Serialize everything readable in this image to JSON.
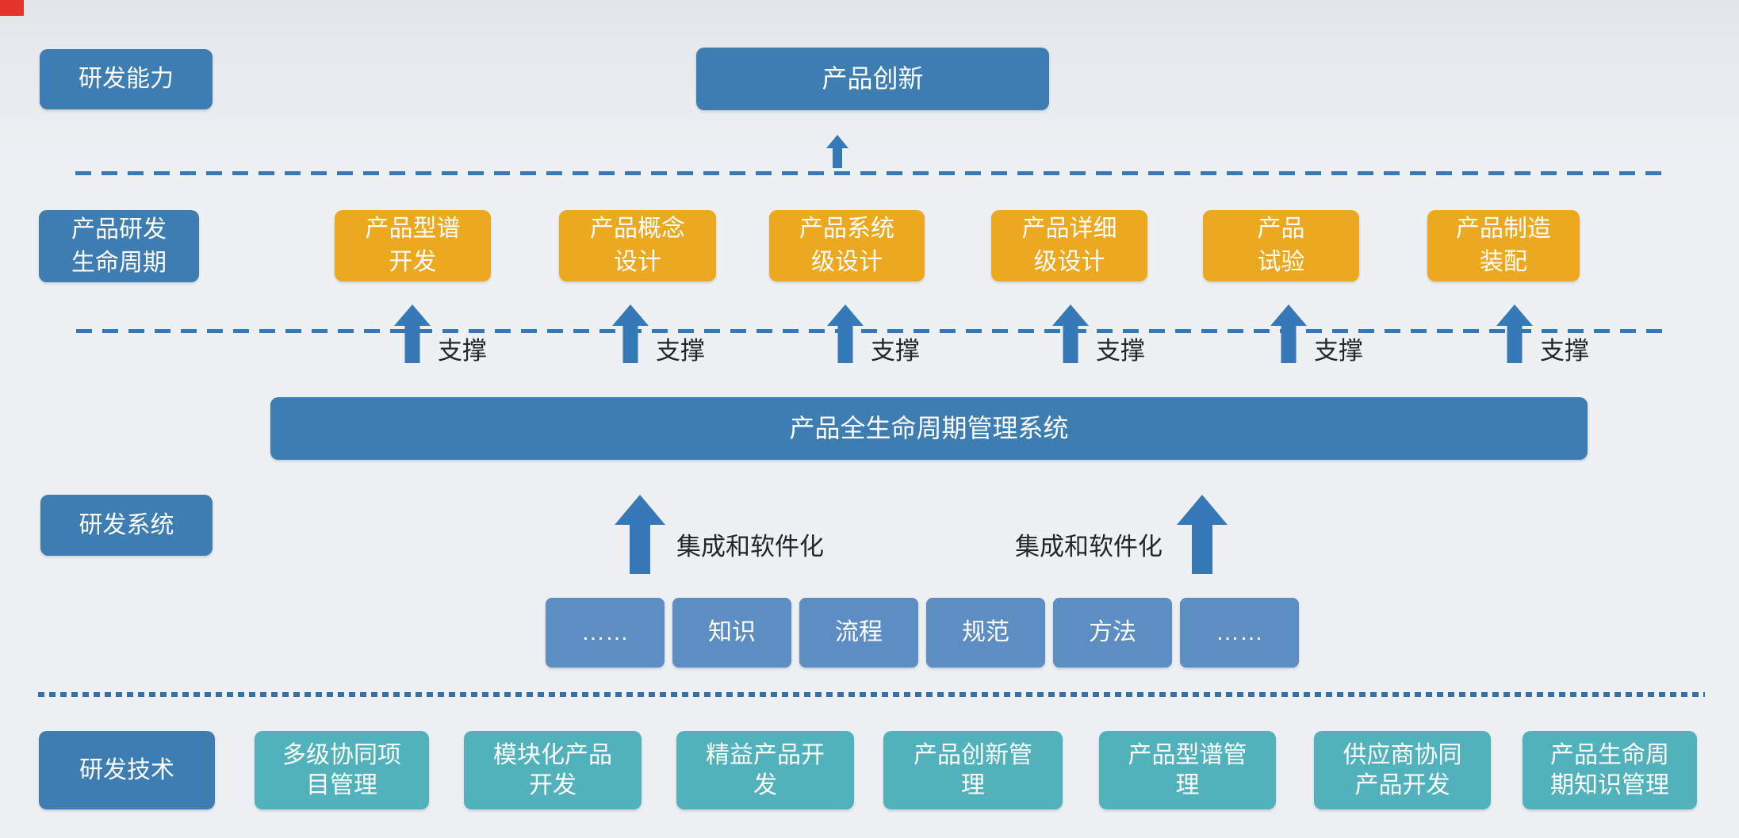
{
  "diagram": {
    "colors": {
      "blue": "#3d7db2",
      "orange": "#eca81e",
      "steel": "#5c8ec3",
      "teal": "#52b2bc",
      "arrow": "#3579b8",
      "dot": "#356fa6",
      "corner": "#e3342b"
    },
    "labels": {
      "capability": "研发能力",
      "innovation": "产品创新",
      "lifecycle": "产品研发\n生命周期",
      "system": "研发系统",
      "technology": "研发技术",
      "support": "支撑",
      "integration": "集成和软件化",
      "plm_bar": "产品全生命周期管理系统"
    },
    "lifecycle_stages": [
      "产品型谱\n开发",
      "产品概念\n设计",
      "产品系统\n级设计",
      "产品详细\n级设计",
      "产品\n试验",
      "产品制造\n装配"
    ],
    "system_elements": [
      "……",
      "知识",
      "流程",
      "规范",
      "方法",
      "……"
    ],
    "technologies": [
      "多级协同项\n目管理",
      "模块化产品\n开发",
      "精益产品开\n发",
      "产品创新管\n理",
      "产品型谱管\n理",
      "供应商协同\n产品开发",
      "产品生命周\n期知识管理"
    ]
  }
}
